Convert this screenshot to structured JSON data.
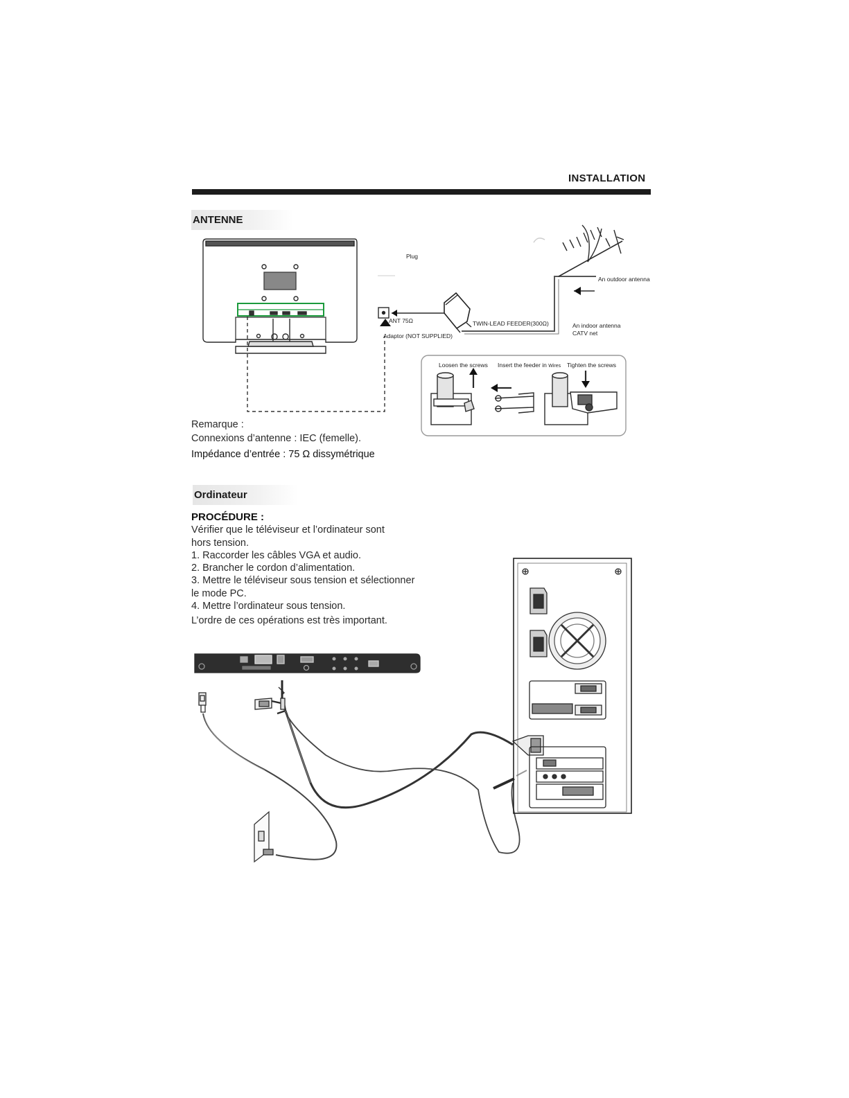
{
  "header": {
    "title": "INSTALLATION"
  },
  "antenne": {
    "section_title": "ANTENNE",
    "labels": {
      "plug": "Plug",
      "outdoor": "An outdoor antenna",
      "ant": "ANT 75Ω",
      "feeder": "TWIN-LEAD FEEDER(300Ω)",
      "indoor": "An indoor antenna",
      "catv": "CATV net",
      "adaptor": "Adaptor  (NOT SUPPLIED)",
      "loosen": "Loosen the screws",
      "insert": "Insert the feeder in",
      "wires": "Wires",
      "tighten": "Tighten the screws"
    },
    "note": {
      "heading": "Remarque :",
      "line1": "Connexions d’antenne : IEC (femelle).",
      "line2": "Impédance d’entrée : 75 Ω dissymétrique"
    }
  },
  "ordinateur": {
    "section_title": "Ordinateur",
    "procedure": {
      "title": "PROCÉDURE :",
      "lines": [
        "Vérifier que le téléviseur et l’ordinateur sont",
        "hors tension.",
        "1. Raccorder les câbles VGA et audio.",
        "2. Brancher le cordon d’alimentation.",
        "3. Mettre le téléviseur sous tension et sélectionner",
        "le mode PC.",
        "4. Mettre l’ordinateur sous tension.",
        "L’ordre de ces opérations est très important."
      ]
    }
  }
}
